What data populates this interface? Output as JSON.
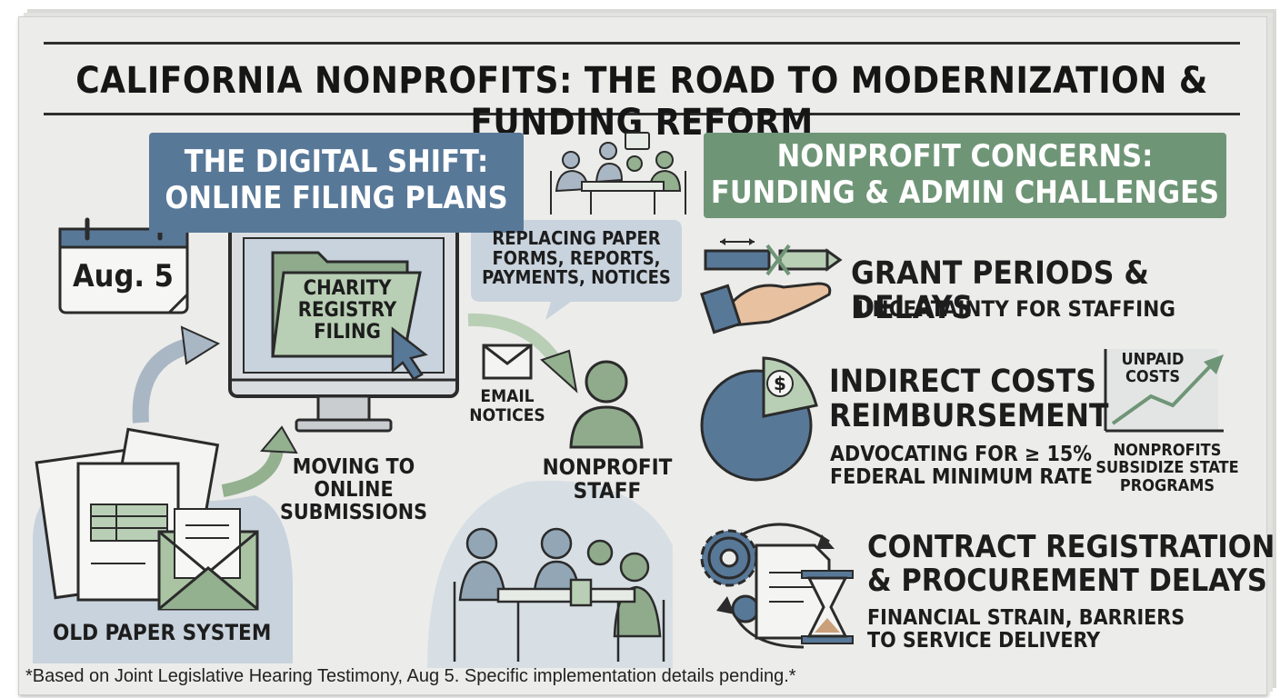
{
  "title": "CALIFORNIA NONPROFITS: THE ROAD TO MODERNIZATION & FUNDING REFORM",
  "left_panel": {
    "banner_line1": "THE DIGITAL SHIFT:",
    "banner_line2": "ONLINE FILING PLANS",
    "calendar_date": "Aug. 5",
    "folder_line1": "CHARITY",
    "folder_line2": "REGISTRY",
    "folder_line3": "FILING",
    "bubble_line1": "REPLACING PAPER",
    "bubble_line2": "FORMS, REPORTS,",
    "bubble_line3": "PAYMENTS, NOTICES",
    "email_line1": "EMAIL",
    "email_line2": "NOTICES",
    "staff_line1": "NONPROFIT",
    "staff_line2": "STAFF",
    "moving_line1": "MOVING TO",
    "moving_line2": "ONLINE",
    "moving_line3": "SUBMISSIONS",
    "old_system": "OLD PAPER SYSTEM"
  },
  "right_panel": {
    "banner_line1": "NONPROFIT CONCERNS:",
    "banner_line2": "FUNDING & ADMIN CHALLENGES",
    "grant_title": "GRANT PERIODS & DELAYS",
    "grant_sub": "UNCERTAINTY FOR STAFFING",
    "indirect_title1": "INDIRECT COSTS",
    "indirect_title2": "REIMBURSEMENT",
    "indirect_sub1": "ADVOCATING FOR ≥ 15%",
    "indirect_sub2": "FEDERAL MINIMUM RATE",
    "chart_line1": "UNPAID",
    "chart_line2": "COSTS",
    "subsidize_line1": "NONPROFITS",
    "subsidize_line2": "SUBSIDIZE STATE",
    "subsidize_line3": "PROGRAMS",
    "contract_title1": "CONTRACT REGISTRATION",
    "contract_title2": "& PROCUREMENT DELAYS",
    "contract_sub1": "FINANCIAL STRAIN, BARRIERS",
    "contract_sub2": "TO SERVICE DELIVERY"
  },
  "footnote": "*Based on Joint Legislative Hearing Testimony, Aug 5. Specific implementation details pending.*",
  "colors": {
    "paper": "#ececea",
    "blue": "#587898",
    "light_blue": "#c9d3dd",
    "green": "#6f9577",
    "light_green": "#b9cfb5",
    "dark": "#1d1d1d"
  },
  "icons": [
    "calendar-icon",
    "computer-monitor-icon",
    "folder-icon",
    "cursor-icon",
    "envelope-icon",
    "person-icon",
    "paper-stack-icon",
    "open-envelope-icon",
    "meeting-group-icon",
    "broken-bar-icon",
    "hand-icon",
    "pie-chart-icon",
    "dollar-icon",
    "line-chart-icon",
    "gear-icon",
    "document-icon",
    "hourglass-icon",
    "cycle-arrow-icon",
    "speech-bubble-icon"
  ]
}
